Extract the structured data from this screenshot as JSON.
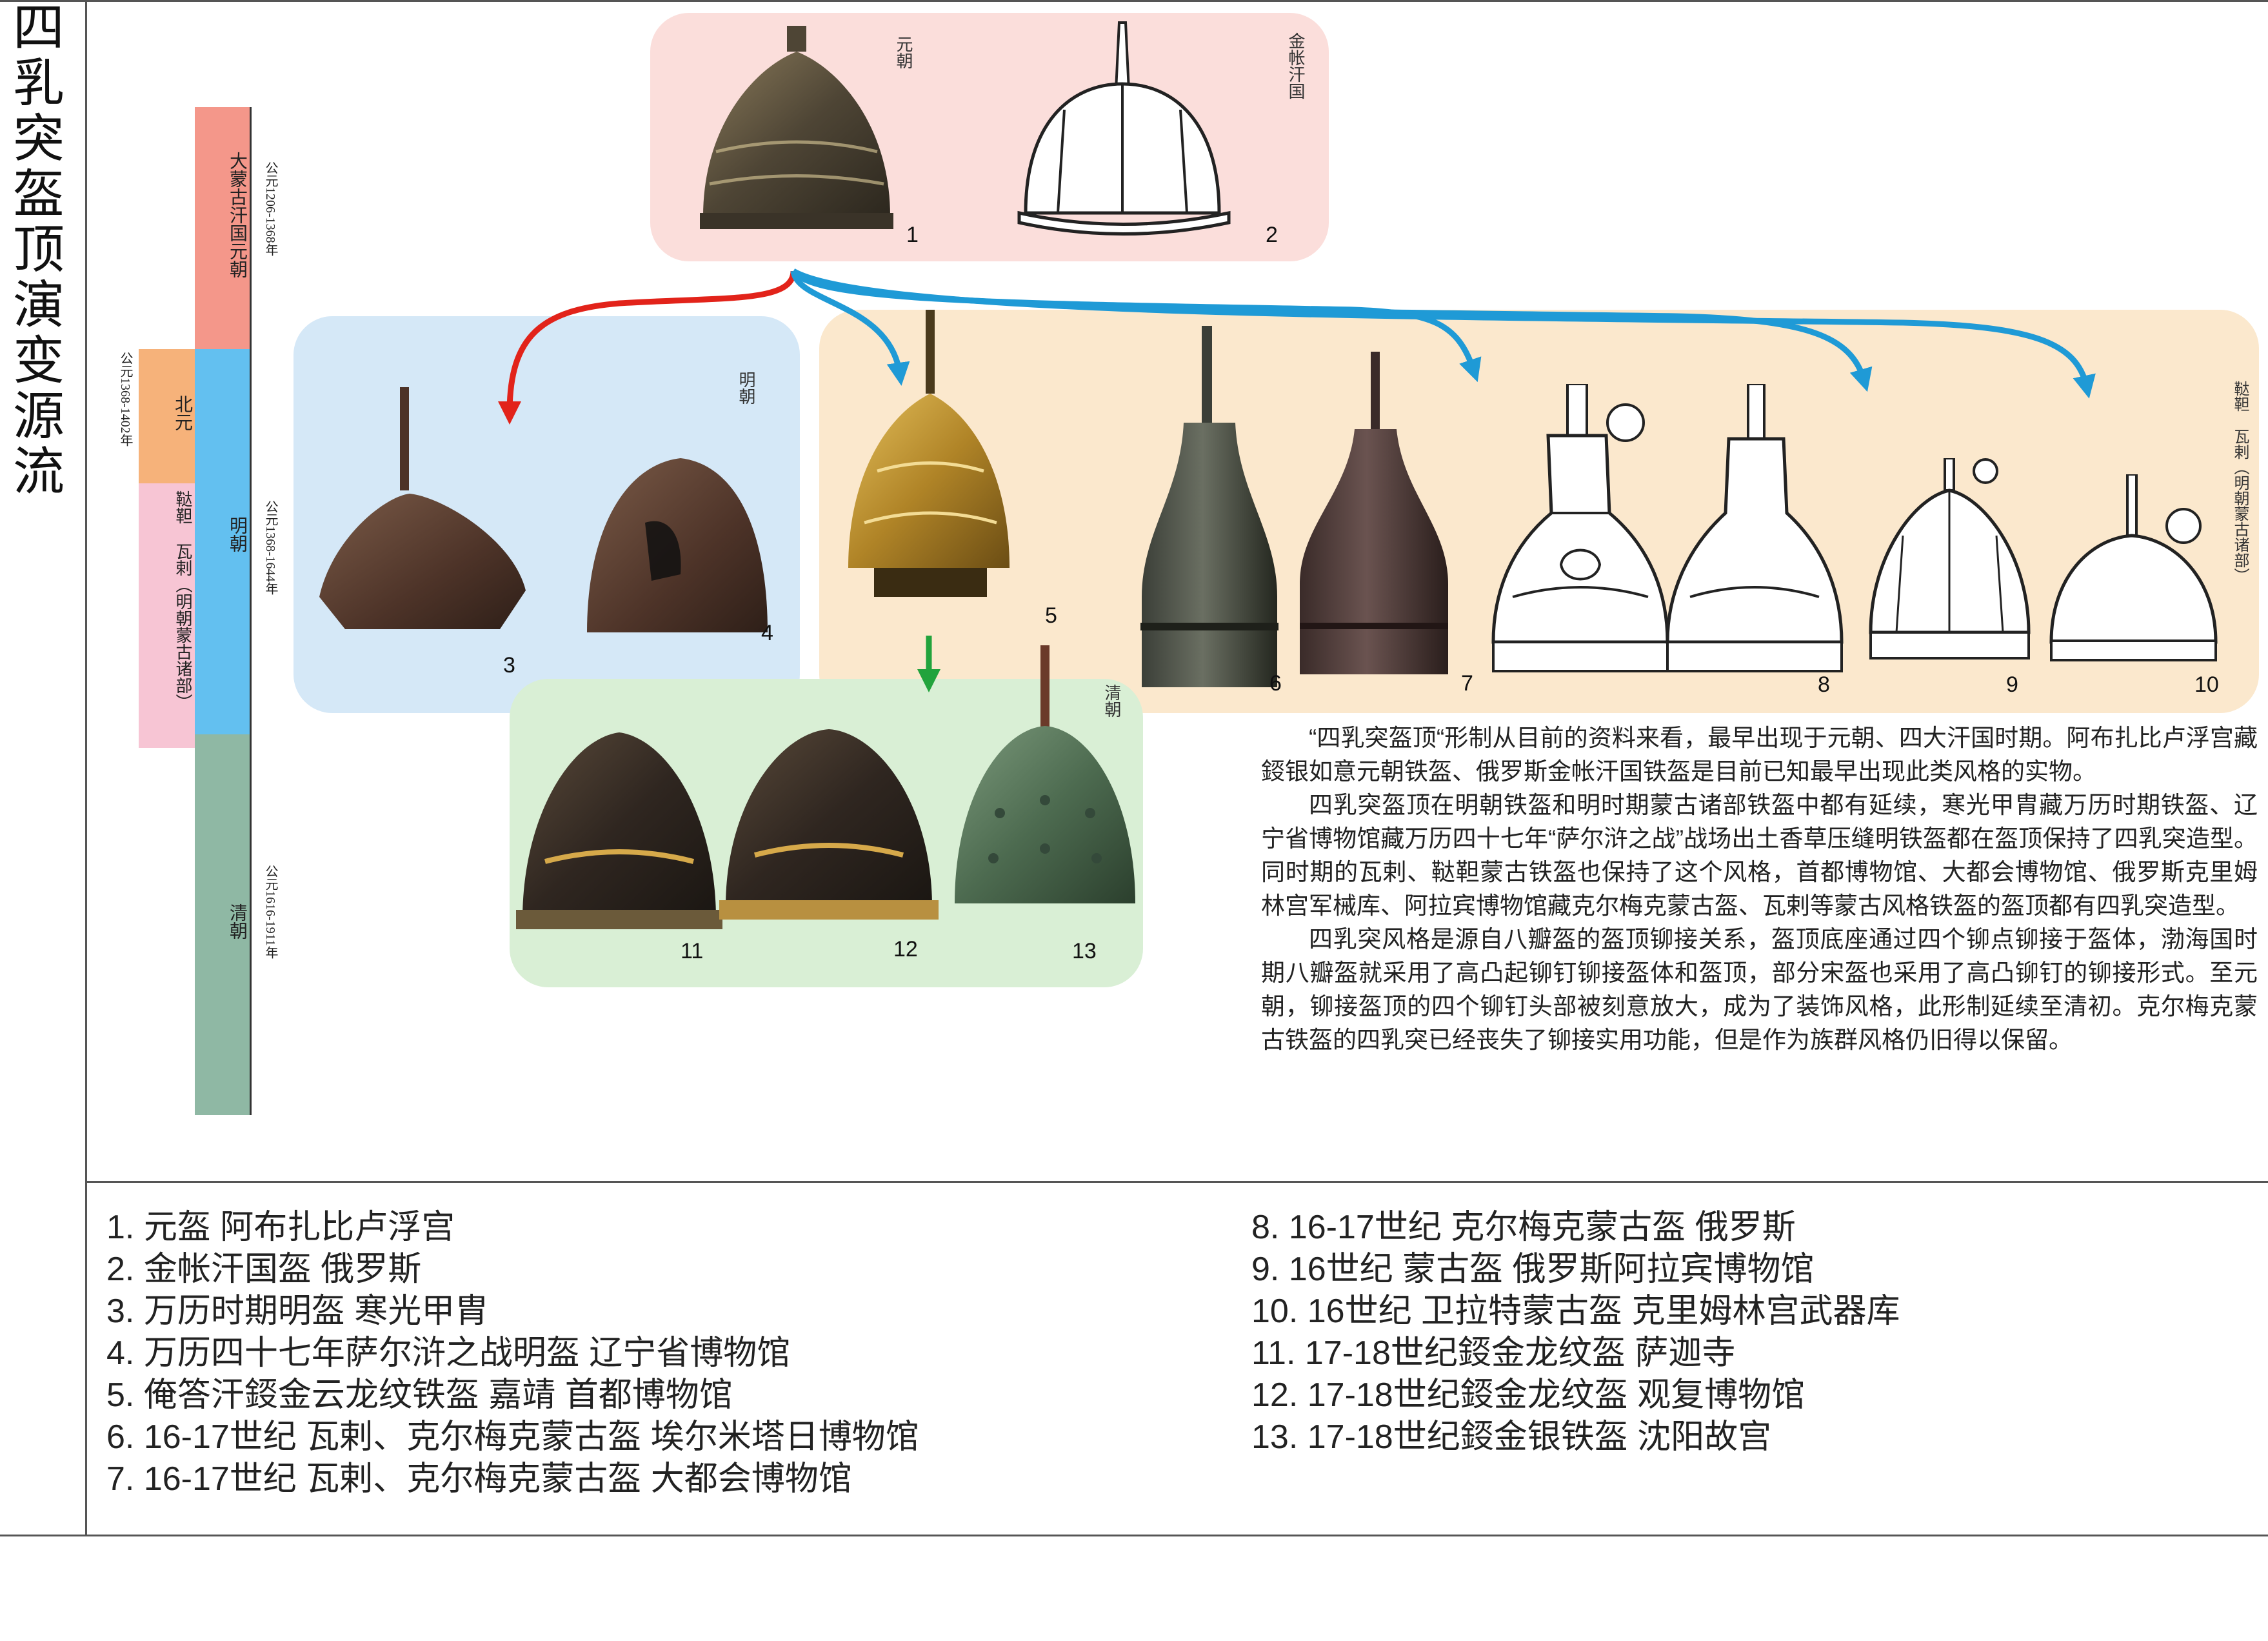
{
  "title": "四乳突盔顶演变源流",
  "timeline": {
    "bars": [
      {
        "label": "大蒙古汗国元朝",
        "years": "公元1206-1368年",
        "color": "#f4978a"
      },
      {
        "label": "明朝",
        "years": "公元1368-1644年",
        "color": "#63c0f0"
      },
      {
        "label": "清朝",
        "years": "公元1616-1911年",
        "color": "#8fb8a4"
      },
      {
        "label": "北元",
        "color": "#f6b27a"
      },
      {
        "label": "鞑靼 瓦剌（明朝蒙古诸部）",
        "years": "公元1368-1402年",
        "color": "#f7c5d4"
      }
    ]
  },
  "panels": {
    "yuan": {
      "labels": [
        "元朝",
        "金帐汗国"
      ],
      "color": "#fbdedb"
    },
    "ming": {
      "label": "明朝",
      "color": "#d5e8f7"
    },
    "mongol": {
      "label": "鞑靼 瓦剌（明朝蒙古诸部）",
      "color": "#fbe8cd"
    },
    "qing": {
      "label": "清朝",
      "color": "#d9efd5"
    }
  },
  "arrow_colors": {
    "red": "#e2231a",
    "blue": "#1f9ad6",
    "green": "#22a33c"
  },
  "helmets": [
    {
      "num": "1",
      "style": "bronze-engraved"
    },
    {
      "num": "2",
      "style": "line-drawing"
    },
    {
      "num": "3",
      "style": "rusted-iron"
    },
    {
      "num": "4",
      "style": "rusted-iron"
    },
    {
      "num": "5",
      "style": "gold-cloud"
    },
    {
      "num": "6",
      "style": "dark-iron-tall"
    },
    {
      "num": "7",
      "style": "brown-iron-tall"
    },
    {
      "num": "8",
      "style": "line-drawing-ornate"
    },
    {
      "num": "9",
      "style": "line-drawing"
    },
    {
      "num": "10",
      "style": "line-drawing"
    },
    {
      "num": "11",
      "style": "gilded-dragon"
    },
    {
      "num": "12",
      "style": "gilded-dragon-dark"
    },
    {
      "num": "13",
      "style": "bronze-studded"
    }
  ],
  "description": [
    "“四乳突盔顶“形制从目前的资料来看，最早出现于元朝、四大汗国时期。阿布扎比卢浮宫藏鋄银如意元朝铁盔、俄罗斯金帐汗国铁盔是目前已知最早出现此类风格的实物。",
    "四乳突盔顶在明朝铁盔和明时期蒙古诸部铁盔中都有延续，寒光甲胄藏万历时期铁盔、辽宁省博物馆藏万历四十七年“萨尔浒之战”战场出土香草压缝明铁盔都在盔顶保持了四乳突造型。同时期的瓦剌、鞑靼蒙古铁盔也保持了这个风格，首都博物馆、大都会博物馆、俄罗斯克里姆林宫军械库、阿拉宾博物馆藏克尔梅克蒙古盔、瓦剌等蒙古风格铁盔的盔顶都有四乳突造型。",
    "四乳突风格是源自八瓣盔的盔顶铆接关系，盔顶底座通过四个铆点铆接于盔体，渤海国时期八瓣盔就采用了高凸起铆钉铆接盔体和盔顶，部分宋盔也采用了高凸铆钉的铆接形式。至元朝，铆接盔顶的四个铆钉头部被刻意放大，成为了装饰风格，此形制延续至清初。克尔梅克蒙古铁盔的四乳突已经丧失了铆接实用功能，但是作为族群风格仍旧得以保留。"
  ],
  "legend": {
    "left": [
      "1. 元盔 阿布扎比卢浮宫",
      "2. 金帐汗国盔 俄罗斯",
      "3. 万历时期明盔 寒光甲胄",
      "4. 万历四十七年萨尔浒之战明盔  辽宁省博物馆",
      "5. 俺答汗鋄金云龙纹铁盔 嘉靖 首都博物馆",
      "6. 16-17世纪 瓦剌、克尔梅克蒙古盔 埃尔米塔日博物馆",
      "7. 16-17世纪  瓦剌、克尔梅克蒙古盔 大都会博物馆"
    ],
    "right": [
      "8. 16-17世纪  克尔梅克蒙古盔 俄罗斯",
      "9. 16世纪  蒙古盔  俄罗斯阿拉宾博物馆",
      "10. 16世纪 卫拉特蒙古盔 克里姆林宫武器库",
      "11. 17-18世纪鋄金龙纹盔 萨迦寺",
      "12. 17-18世纪鋄金龙纹盔 观复博物馆",
      "13. 17-18世纪鋄金银铁盔 沈阳故宫"
    ]
  }
}
